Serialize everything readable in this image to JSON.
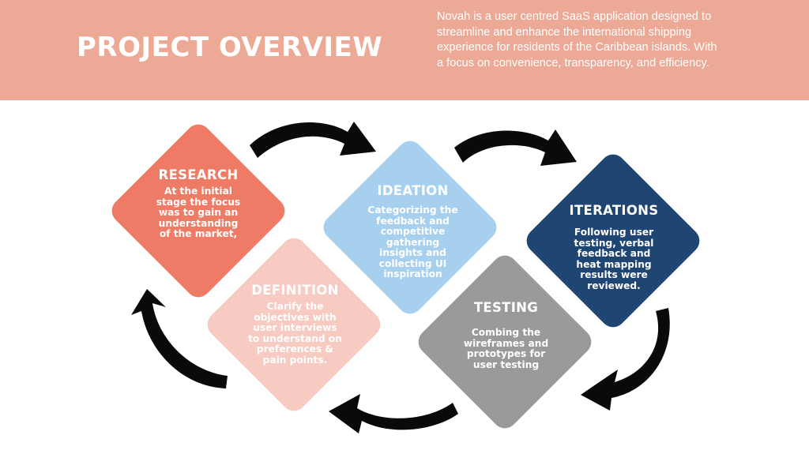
{
  "header": {
    "title": "PROJECT OVERVIEW",
    "description": "Novah is a user centred SaaS application designed to streamline and enhance the international shipping experience for residents of the Caribbean islands. With a focus on convenience, transparency, and efficiency."
  },
  "stages": {
    "research": {
      "title": "RESEARCH",
      "description": "At the initial stage the focus was to gain an understanding of the market,",
      "color": "#ee7b66"
    },
    "definition": {
      "title": "DEFINITION",
      "description": "Clarify the objectives with user interviews to understand on preferences & pain points.",
      "color": "#f7cbc2"
    },
    "ideation": {
      "title": "IDEATION",
      "description": "Categorizing the feedback and competitive gathering insights and collecting UI inspiration",
      "color": "#a7d0ef"
    },
    "testing": {
      "title": "TESTING",
      "description": "Combing the wireframes and prototypes for user testing",
      "color": "#9a9a9a"
    },
    "iterations": {
      "title": "ITERATIONS",
      "description": "Following user testing, verbal feedback and heat mapping results were reviewed.",
      "color": "#1f4672"
    }
  },
  "colors": {
    "header_bg": "#eba996",
    "arrow": "#0a0a0a"
  }
}
